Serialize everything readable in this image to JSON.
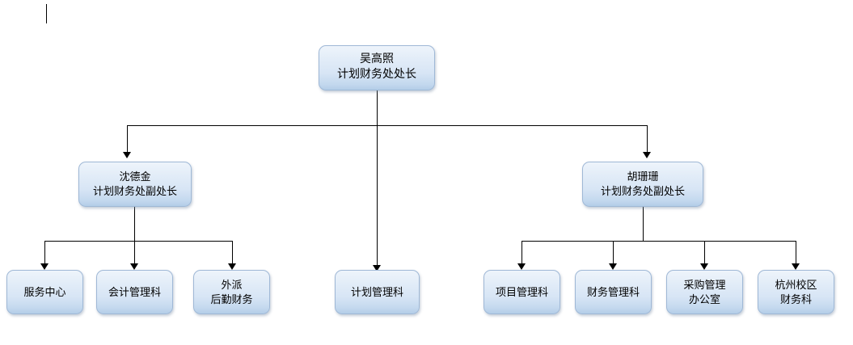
{
  "document": {
    "type": "organization-chart",
    "caret_visible": true
  },
  "palette": {
    "node_border": "#9fb8d6",
    "node_fill_top": "#eef4fb",
    "node_fill_bottom": "#b3cde8",
    "connector": "#000000",
    "background": "#ffffff"
  },
  "chart": {
    "root": {
      "name": "吴高照",
      "title": "计划财务处处长"
    },
    "deputies": [
      {
        "name": "沈德金",
        "title": "计划财务处副处长"
      },
      {
        "name": "胡珊珊",
        "title": "计划财务处副处长"
      }
    ],
    "left_units": [
      {
        "line1": "服务中心",
        "line2": ""
      },
      {
        "line1": "会计管理科",
        "line2": ""
      },
      {
        "line1": "外派",
        "line2": "后勤财务"
      }
    ],
    "center_units": [
      {
        "line1": "计划管理科",
        "line2": ""
      }
    ],
    "right_units": [
      {
        "line1": "项目管理科",
        "line2": ""
      },
      {
        "line1": "财务管理科",
        "line2": ""
      },
      {
        "line1": "采购管理",
        "line2": "办公室"
      },
      {
        "line1": "杭州校区",
        "line2": "财务科"
      }
    ]
  }
}
